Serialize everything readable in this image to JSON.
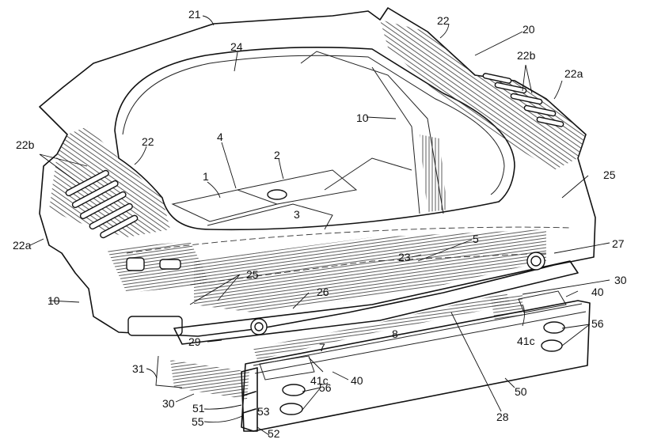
{
  "figure": {
    "title": "Vehicle rear body structure — perspective patent drawing",
    "labels": [
      {
        "id": "l21",
        "text": "21"
      },
      {
        "id": "l22top",
        "text": "22"
      },
      {
        "id": "l20",
        "text": "20"
      },
      {
        "id": "l22b_right",
        "text": "22b"
      },
      {
        "id": "l22a_right",
        "text": "22a"
      },
      {
        "id": "l24",
        "text": "24"
      },
      {
        "id": "l10_inner",
        "text": "10"
      },
      {
        "id": "l22b_left",
        "text": "22b"
      },
      {
        "id": "l22_left",
        "text": "22"
      },
      {
        "id": "l4",
        "text": "4"
      },
      {
        "id": "l2",
        "text": "2"
      },
      {
        "id": "l1",
        "text": "1"
      },
      {
        "id": "l3",
        "text": "3"
      },
      {
        "id": "l25_right",
        "text": "25"
      },
      {
        "id": "l22a_left",
        "text": "22a"
      },
      {
        "id": "l5",
        "text": "5"
      },
      {
        "id": "l23",
        "text": "23"
      },
      {
        "id": "l27",
        "text": "27"
      },
      {
        "id": "l10_left",
        "text": "10"
      },
      {
        "id": "l25_left",
        "text": "25"
      },
      {
        "id": "l26",
        "text": "26"
      },
      {
        "id": "l30_right",
        "text": "30"
      },
      {
        "id": "l40_right",
        "text": "40"
      },
      {
        "id": "l29",
        "text": "29"
      },
      {
        "id": "l8",
        "text": "8"
      },
      {
        "id": "l7",
        "text": "7"
      },
      {
        "id": "l41c_right",
        "text": "41c"
      },
      {
        "id": "l56_right",
        "text": "56"
      },
      {
        "id": "l31",
        "text": "31"
      },
      {
        "id": "l41c_left",
        "text": "41c"
      },
      {
        "id": "l40_left",
        "text": "40"
      },
      {
        "id": "l30_left",
        "text": "30"
      },
      {
        "id": "l56_left",
        "text": "56"
      },
      {
        "id": "l50",
        "text": "50"
      },
      {
        "id": "l51",
        "text": "51"
      },
      {
        "id": "l53",
        "text": "53"
      },
      {
        "id": "l55",
        "text": "55"
      },
      {
        "id": "l28",
        "text": "28"
      },
      {
        "id": "l52",
        "text": "52"
      }
    ]
  }
}
